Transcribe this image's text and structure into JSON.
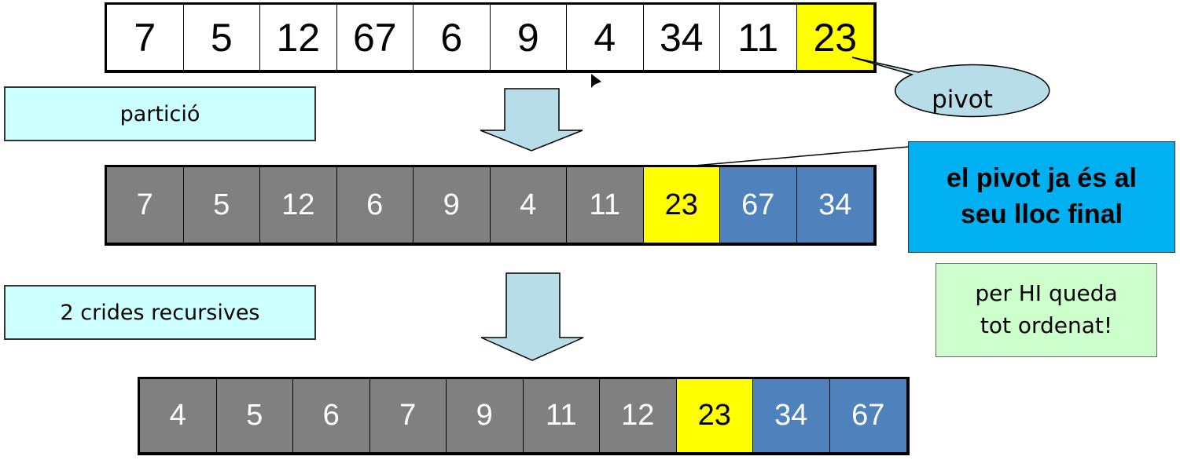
{
  "arrays": {
    "original": [
      {
        "value": "7",
        "color": "#ffffff"
      },
      {
        "value": "5",
        "color": "#ffffff"
      },
      {
        "value": "12",
        "color": "#ffffff"
      },
      {
        "value": "67",
        "color": "#ffffff"
      },
      {
        "value": "6",
        "color": "#ffffff"
      },
      {
        "value": "9",
        "color": "#ffffff"
      },
      {
        "value": "4",
        "color": "#ffffff"
      },
      {
        "value": "34",
        "color": "#ffffff"
      },
      {
        "value": "11",
        "color": "#ffffff"
      },
      {
        "value": "23",
        "color": "#ffff00"
      }
    ],
    "partitioned": [
      {
        "value": "7",
        "color": "#808080"
      },
      {
        "value": "5",
        "color": "#808080"
      },
      {
        "value": "12",
        "color": "#808080"
      },
      {
        "value": "6",
        "color": "#808080"
      },
      {
        "value": "9",
        "color": "#808080"
      },
      {
        "value": "4",
        "color": "#808080"
      },
      {
        "value": "11",
        "color": "#808080"
      },
      {
        "value": "23",
        "color": "#ffff00"
      },
      {
        "value": "67",
        "color": "#4f81bd"
      },
      {
        "value": "34",
        "color": "#4f81bd"
      }
    ],
    "sorted": [
      {
        "value": "4",
        "color": "#808080"
      },
      {
        "value": "5",
        "color": "#808080"
      },
      {
        "value": "6",
        "color": "#808080"
      },
      {
        "value": "7",
        "color": "#808080"
      },
      {
        "value": "9",
        "color": "#808080"
      },
      {
        "value": "11",
        "color": "#808080"
      },
      {
        "value": "12",
        "color": "#808080"
      },
      {
        "value": "23",
        "color": "#ffff00"
      },
      {
        "value": "34",
        "color": "#4f81bd"
      },
      {
        "value": "67",
        "color": "#4f81bd"
      }
    ]
  },
  "labels": {
    "particio": "partició",
    "crides": "2 crides recursives",
    "pivot": "pivot",
    "final_line1": "el pivot ja és al",
    "final_line2": "seu lloc final",
    "hi_line1": "per HI queda",
    "hi_line2": "tot ordenat!"
  },
  "colors": {
    "arrow_fill": "#b7dee8",
    "callout_fill": "#b7dee8",
    "label_box_fill": "#ccffff",
    "note_fill": "#ccffcc",
    "final_fill": "#00b0f0"
  }
}
